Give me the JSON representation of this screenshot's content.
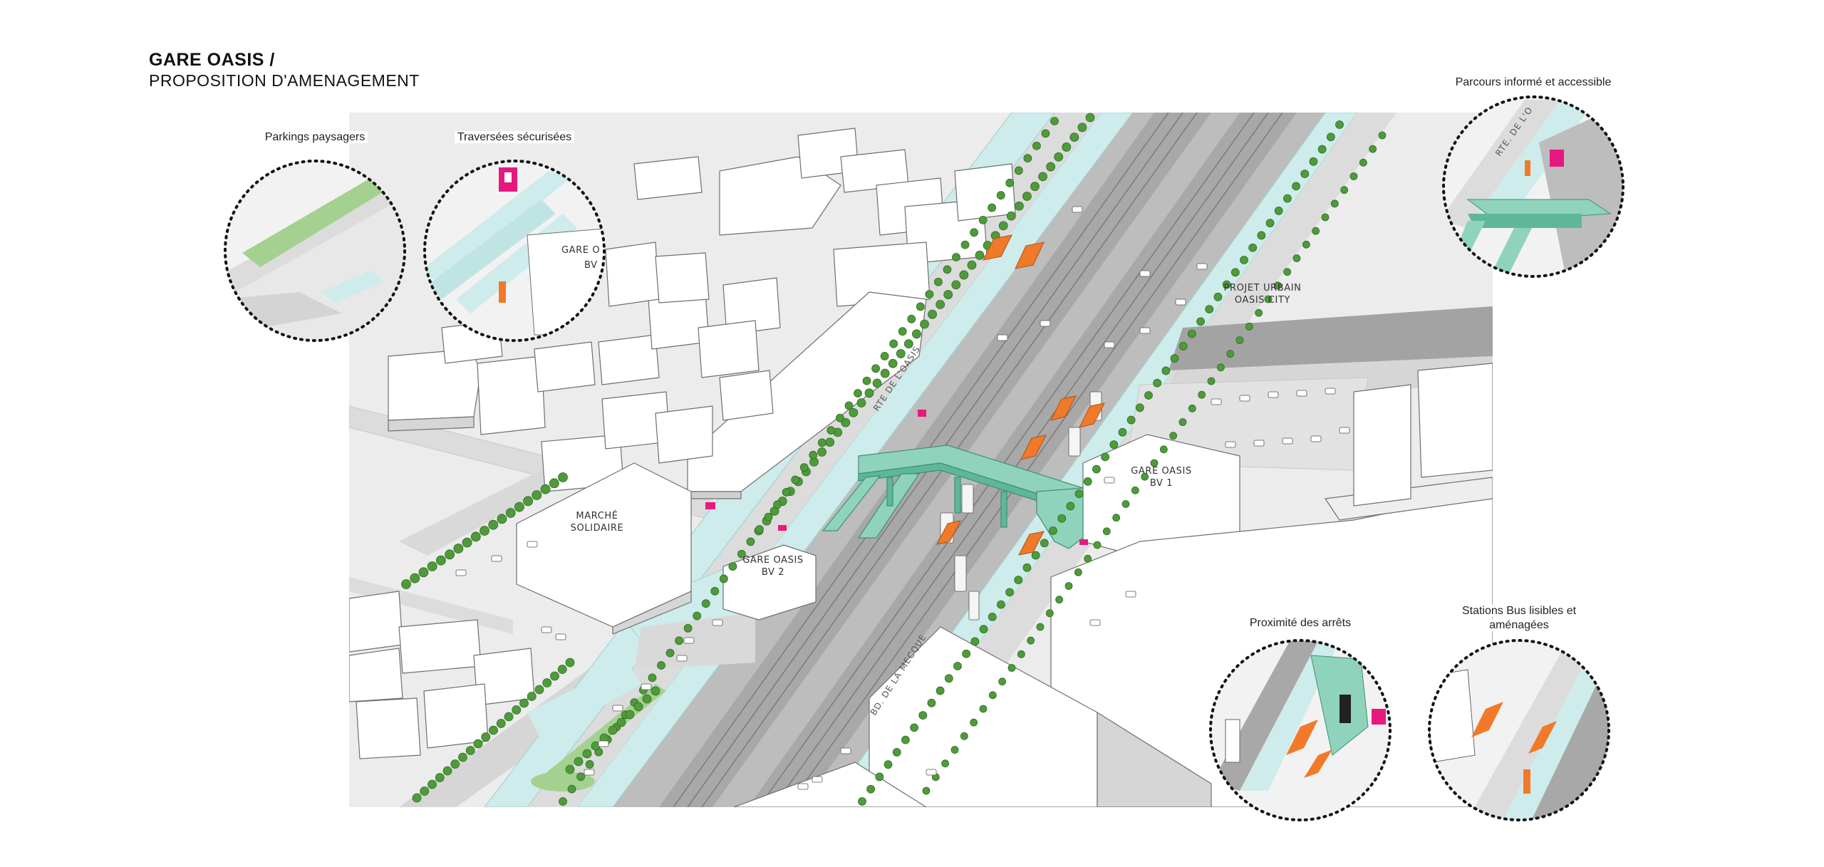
{
  "header": {
    "title": "GARE OASIS /",
    "subtitle": "PROPOSITION D'AMENAGEMENT"
  },
  "insets": {
    "parkings": "Parkings paysagers",
    "traversees": "Traversées sécurisées",
    "parcours": "Parcours informé et accessible",
    "proximite": "Proximité des arrêts",
    "stations_line1": "Stations Bus lisibles et",
    "stations_line2": "aménagées"
  },
  "map_labels": {
    "projet_urbain_1": "PROJET URBAIN",
    "projet_urbain_2": "OASIS CITY",
    "gare_bv1_1": "GARE OASIS",
    "gare_bv1_2": "BV 1",
    "gare_bv2_1": "GARE OASIS",
    "gare_bv2_2": "BV 2",
    "marche_1": "MARCHÉ",
    "marche_2": "SOLIDAIRE",
    "inset_gare_1": "GARE O",
    "inset_gare_2": "BV",
    "rte_oasis": "RTE DE L'OASIS",
    "inset_rte": "RTE. DE L'O",
    "bd_mecque": "BD. DE LA MECQUE"
  },
  "colors": {
    "walkway": "#cdeceb",
    "footbridge": "#8fd3bd",
    "footbridge_dark": "#5fb79a",
    "bus_shelter": "#f07a2a",
    "kiosk": "#e6197f",
    "rail": "#9a9a9a",
    "road": "#d9d9d9",
    "trees": "#4f9a3a"
  }
}
